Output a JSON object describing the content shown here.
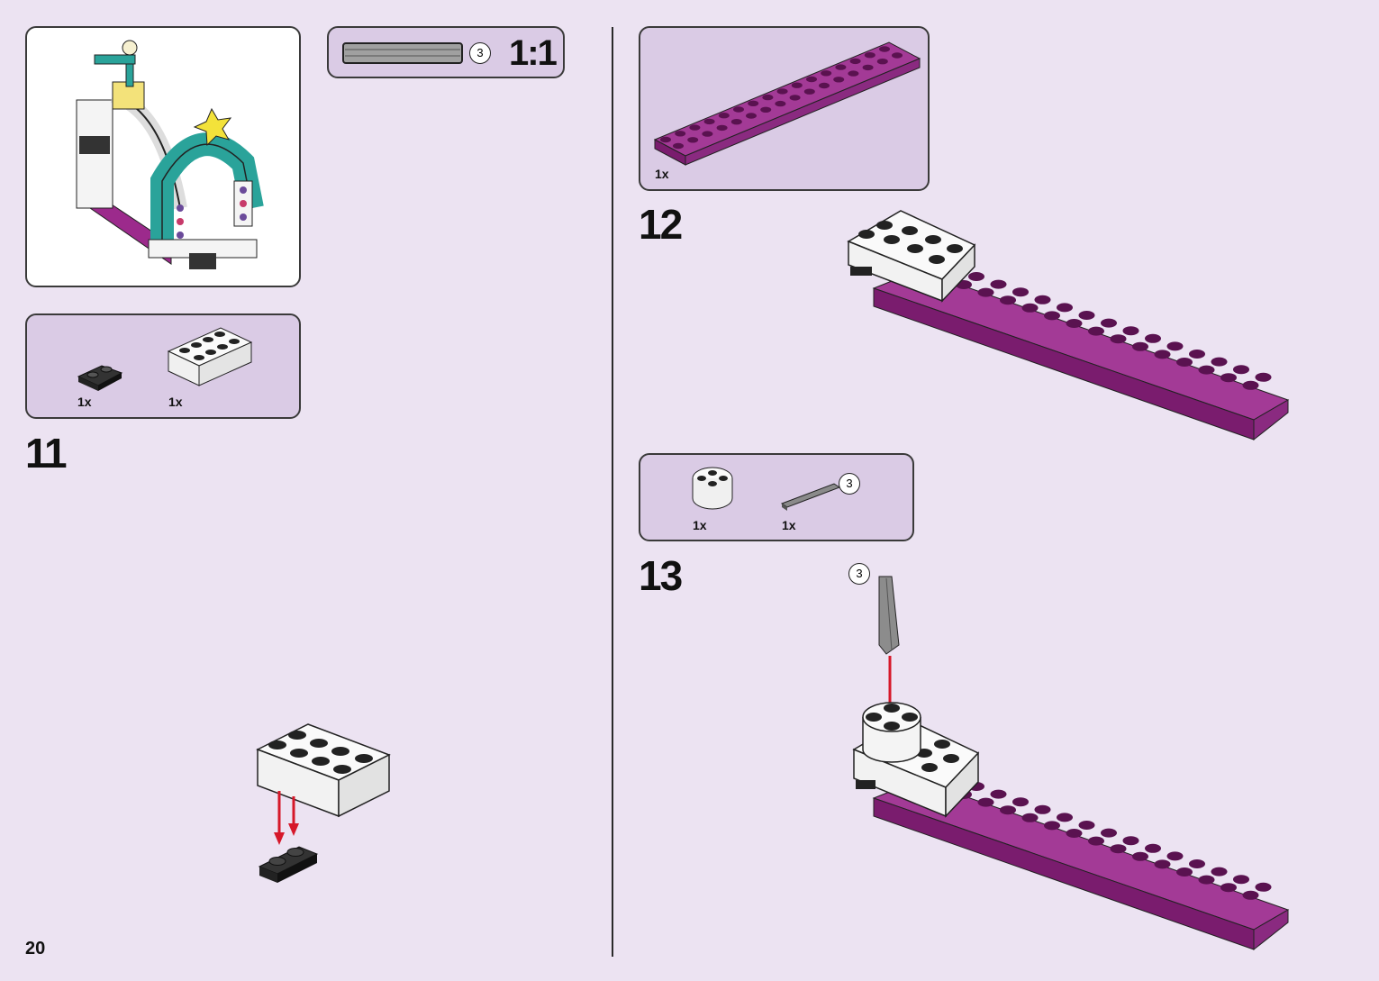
{
  "page": {
    "number": "20"
  },
  "scale_box": {
    "ratio": "1:1",
    "axle_length": "3"
  },
  "steps": [
    {
      "number": "11",
      "parts": [
        {
          "name": "black 1x2 plate",
          "qty": "1x"
        },
        {
          "name": "white 2x4 brick",
          "qty": "1x"
        }
      ]
    },
    {
      "number": "12",
      "parts": [
        {
          "name": "magenta 2x16 plate",
          "qty": "1x"
        }
      ]
    },
    {
      "number": "13",
      "parts": [
        {
          "name": "white round 2x2 brick",
          "qty": "1x"
        },
        {
          "name": "grey axle",
          "qty": "1x",
          "length": "3"
        }
      ],
      "callout_length": "3"
    }
  ],
  "colors": {
    "background": "#ece3f2",
    "panel": "#dacbe5",
    "magenta": "#9c2a8c",
    "arrow": "#d6182a"
  }
}
